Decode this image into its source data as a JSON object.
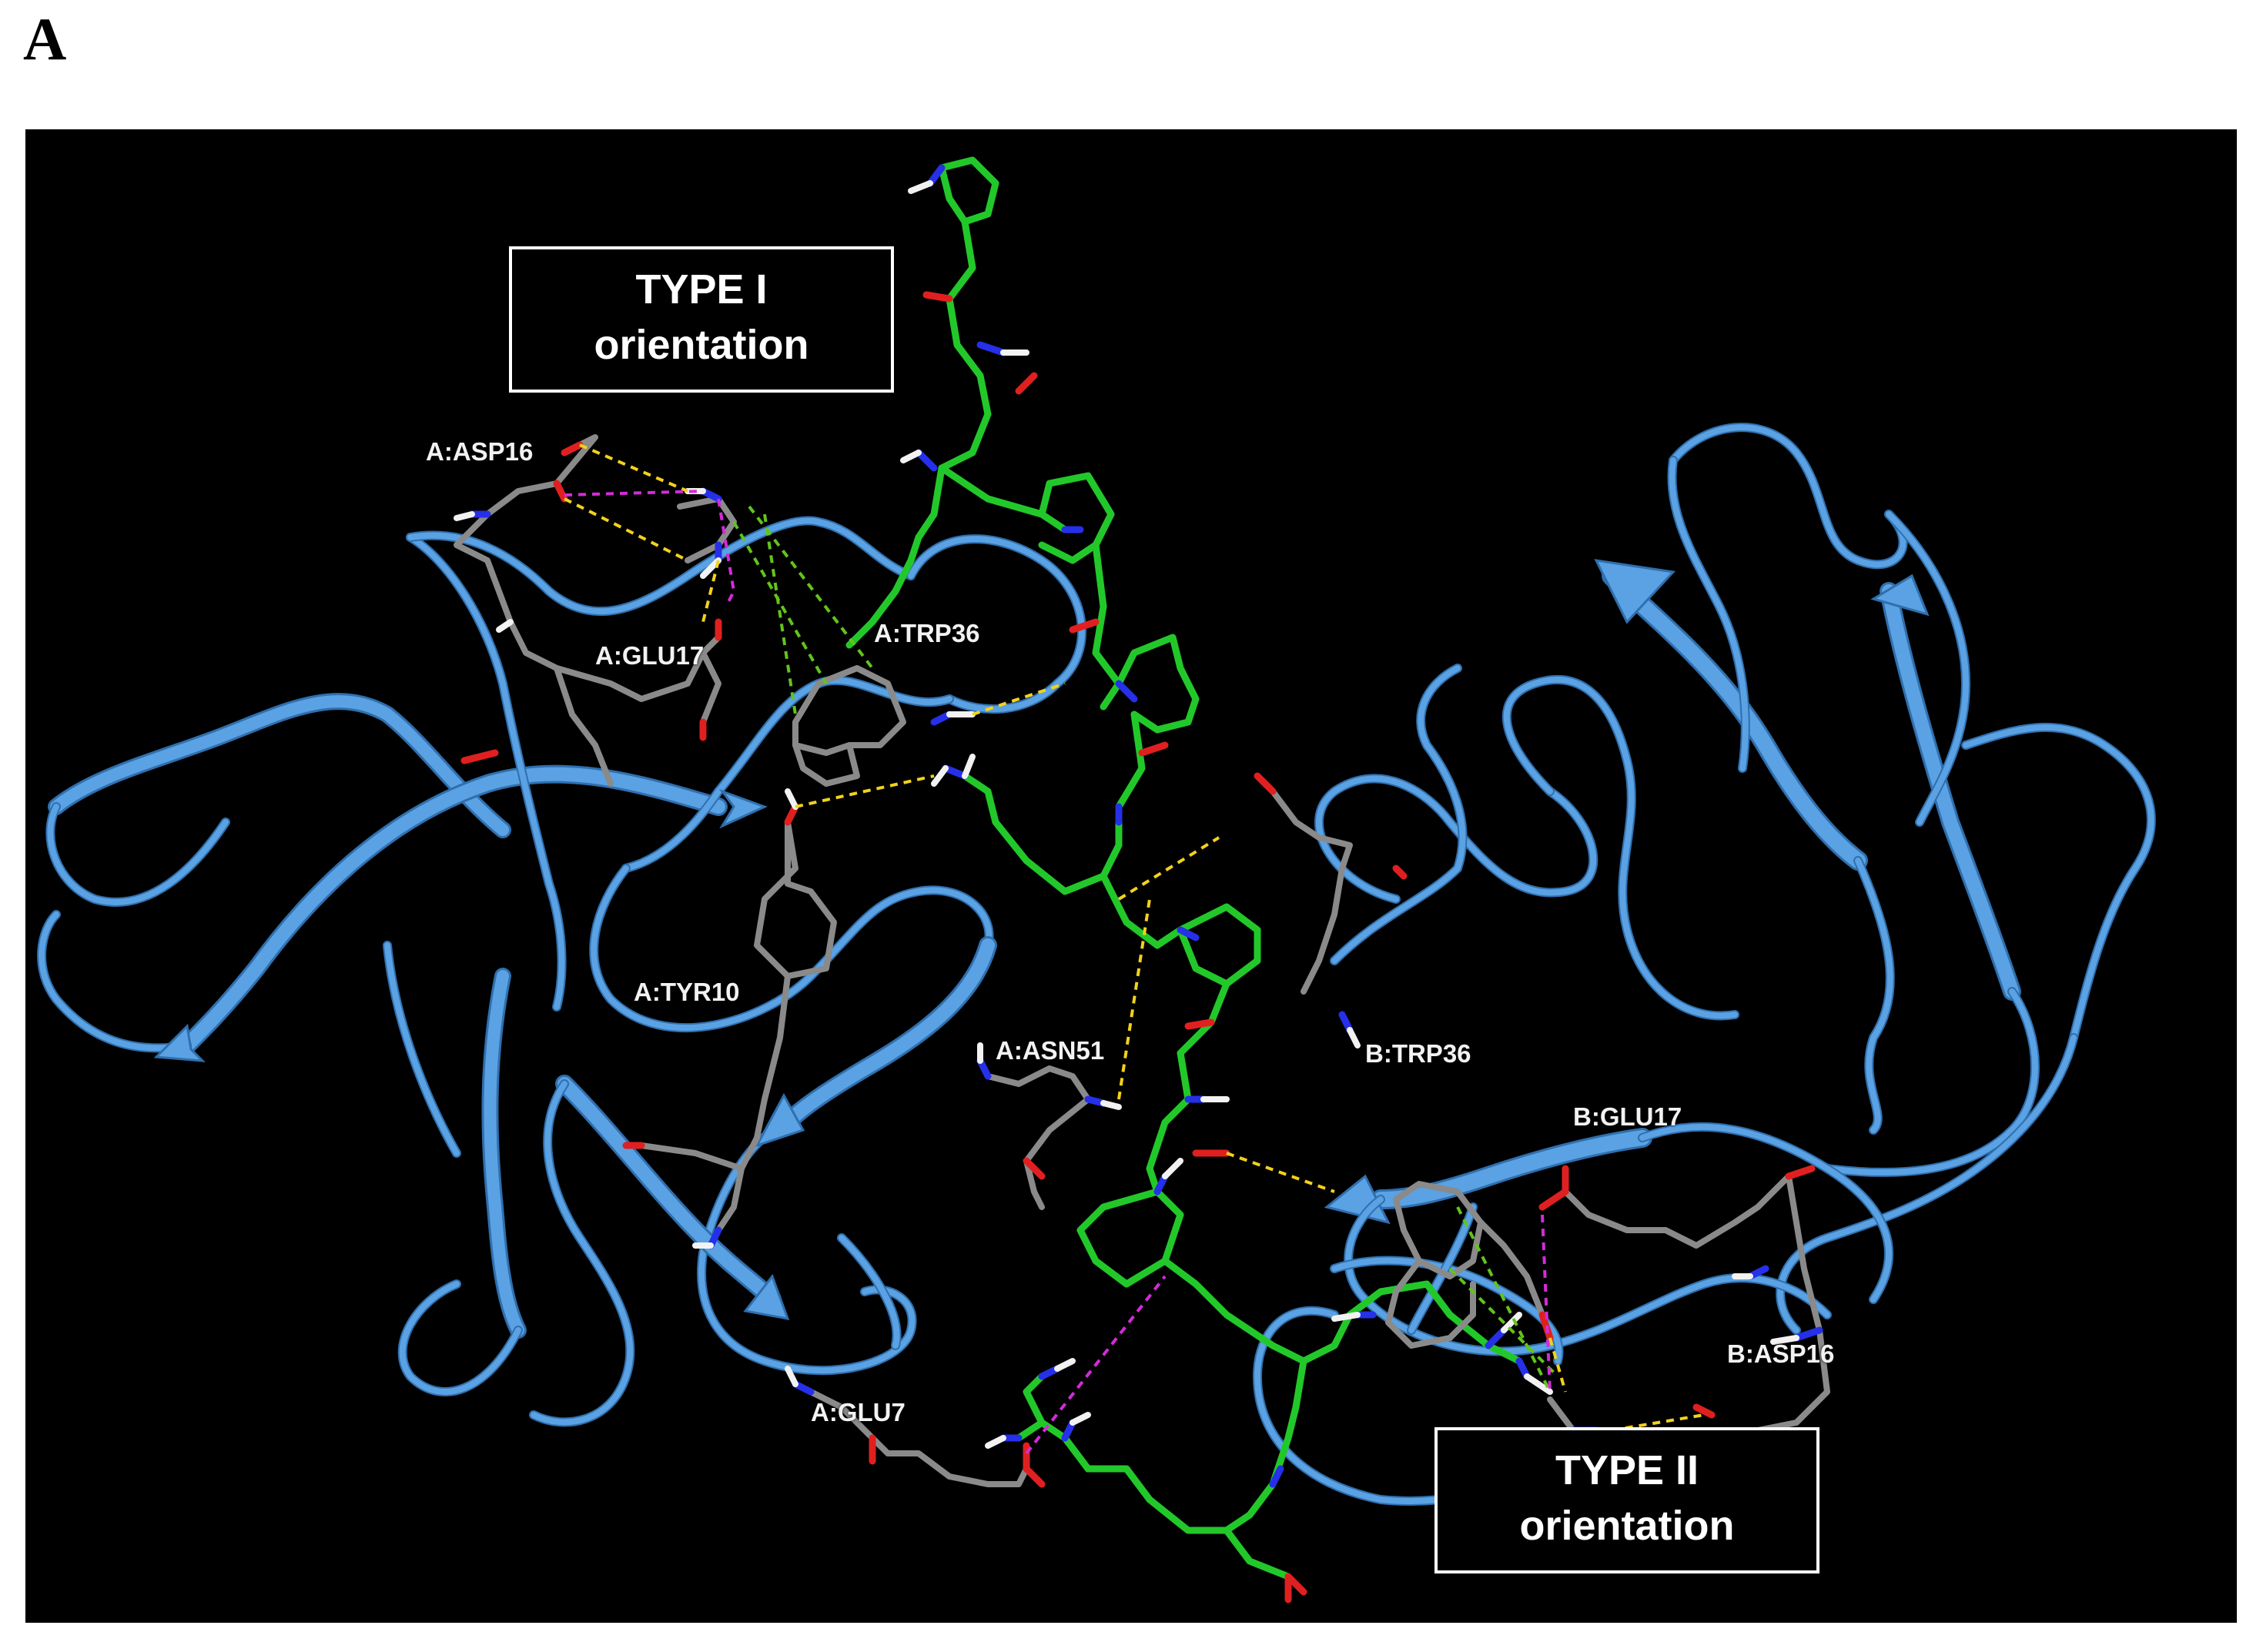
{
  "panel_label": "A",
  "boxes": {
    "type1": {
      "line1": "TYPE I",
      "line2": "orientation"
    },
    "type2": {
      "line1": "TYPE II",
      "line2": "orientation"
    }
  },
  "residues": {
    "a_asp16": "A:ASP16",
    "a_glu17": "A:GLU17",
    "a_trp36": "A:TRP36",
    "a_tyr10": "A:TYR10",
    "a_asn51": "A:ASN51",
    "a_glu7": "A:GLU7",
    "b_trp36": "B:TRP36",
    "b_glu17": "B:GLU17",
    "b_asp16": "B:ASP16"
  },
  "colors": {
    "background": "#000000",
    "ribbon": "#5aa2e3",
    "peptide_carbon": "#22c82a",
    "residue_carbon": "#8a8a8a",
    "nitrogen": "#2530e8",
    "oxygen": "#e02020",
    "hydrogen": "#f2f2f2",
    "hbond": "#f2d21b",
    "salt_bridge": "#d22cd8",
    "pi_interaction": "#62c41c"
  }
}
